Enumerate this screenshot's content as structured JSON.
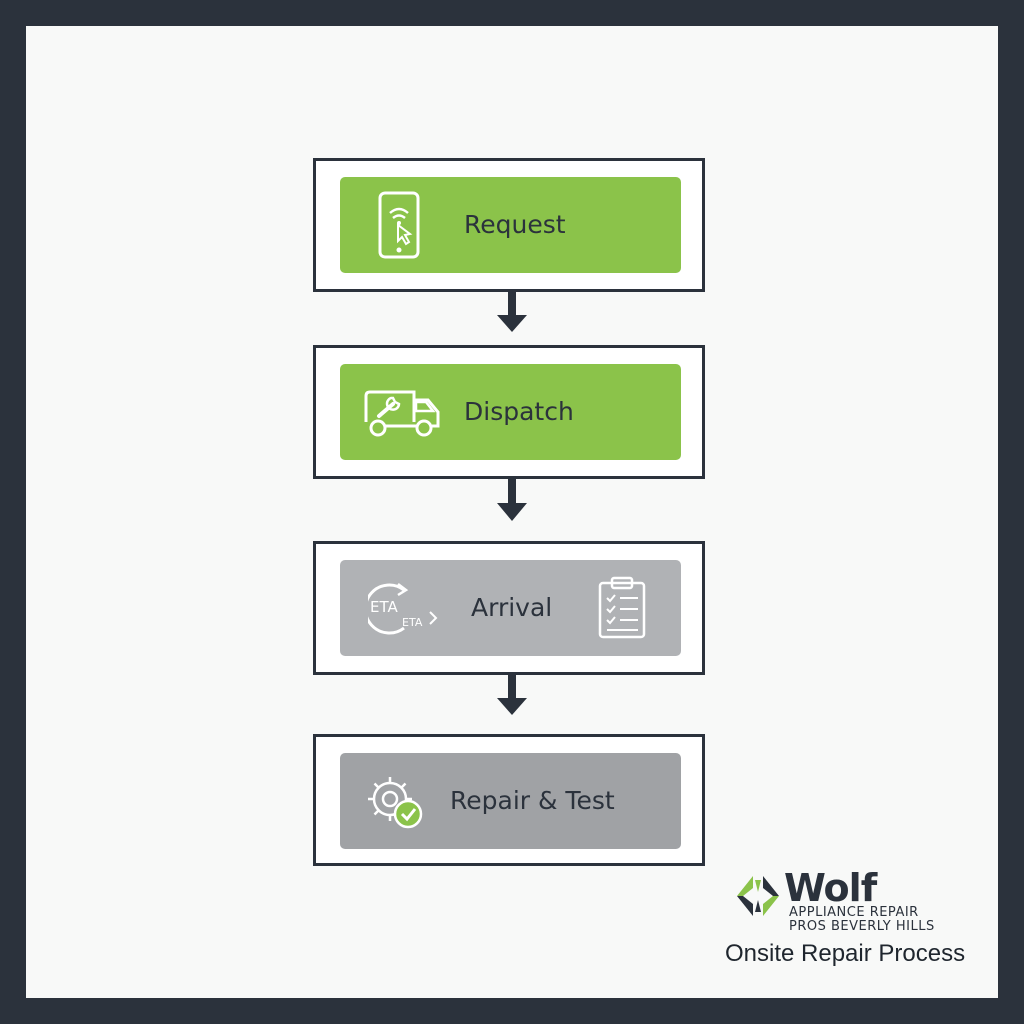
{
  "steps": [
    {
      "label": "Request",
      "icon": "smartphone-tap-icon",
      "color": "#8bc34a"
    },
    {
      "label": "Dispatch",
      "icon": "service-van-icon",
      "color": "#8bc34a"
    },
    {
      "label": "Arrival",
      "icon": "eta-clock-icon",
      "icon_secondary": "checklist-clipboard-icon",
      "color": "#b0b2b5",
      "eta_big": "ETA",
      "eta_small": "ETA"
    },
    {
      "label": "Repair & Test",
      "icon": "gear-check-icon",
      "color": "#a0a2a5"
    }
  ],
  "connector_icon": "arrow-down-icon",
  "brand": {
    "name": "Wolf",
    "line1": "APPLIANCE REPAIR",
    "line2": "PROS BEVERLY HILLS",
    "logo_icon": "wolf-logo-icon",
    "colors": {
      "green": "#8bc34a",
      "dark": "#2b323c"
    }
  },
  "caption": "Onsite Repair Process"
}
